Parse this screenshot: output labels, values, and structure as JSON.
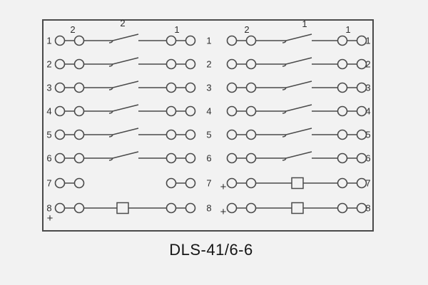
{
  "title": "DLS-41/6-6",
  "diagram": {
    "line_color": "#4a4a4a",
    "text_color": "#2e2e2e",
    "left_top_labels": [
      "2",
      "2",
      "1"
    ],
    "right_top_labels": [
      "2",
      "1",
      "1"
    ],
    "rows": [
      {
        "num": "1",
        "left_mid": "switch",
        "right_mid": "switch",
        "left_plus": false,
        "right_plus": false
      },
      {
        "num": "2",
        "left_mid": "switch",
        "right_mid": "switch",
        "left_plus": false,
        "right_plus": false
      },
      {
        "num": "3",
        "left_mid": "switch",
        "right_mid": "switch",
        "left_plus": false,
        "right_plus": false
      },
      {
        "num": "4",
        "left_mid": "switch",
        "right_mid": "switch",
        "left_plus": false,
        "right_plus": false
      },
      {
        "num": "5",
        "left_mid": "switch",
        "right_mid": "switch",
        "left_plus": false,
        "right_plus": false
      },
      {
        "num": "6",
        "left_mid": "switch",
        "right_mid": "switch",
        "left_plus": false,
        "right_plus": false
      },
      {
        "num": "7",
        "left_mid": "gap",
        "right_mid": "resistor",
        "left_plus": false,
        "right_plus": true
      },
      {
        "num": "8",
        "left_mid": "resistor",
        "right_mid": "resistor",
        "left_plus": true,
        "right_plus": true
      }
    ]
  }
}
